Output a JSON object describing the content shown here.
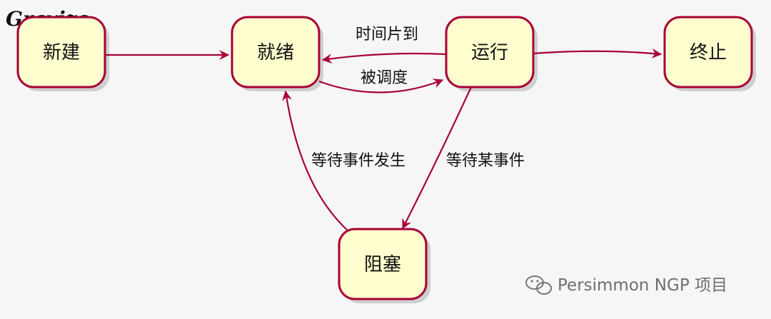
{
  "logo": {
    "text": "Gravizo"
  },
  "states": {
    "new": "新建",
    "ready": "就绪",
    "running": "运行",
    "terminated": "终止",
    "blocked": "阻塞"
  },
  "transitions": {
    "timeslice": "时间片到",
    "scheduled": "被调度",
    "wait_event": "等待某事件",
    "event_occurs": "等待事件发生"
  },
  "watermark": {
    "text": "Persimmon NGP 项目",
    "icon": "wechat-icon"
  },
  "colors": {
    "box_fill": "#fefece",
    "border": "#a80036",
    "background": "#f6f6f6"
  }
}
